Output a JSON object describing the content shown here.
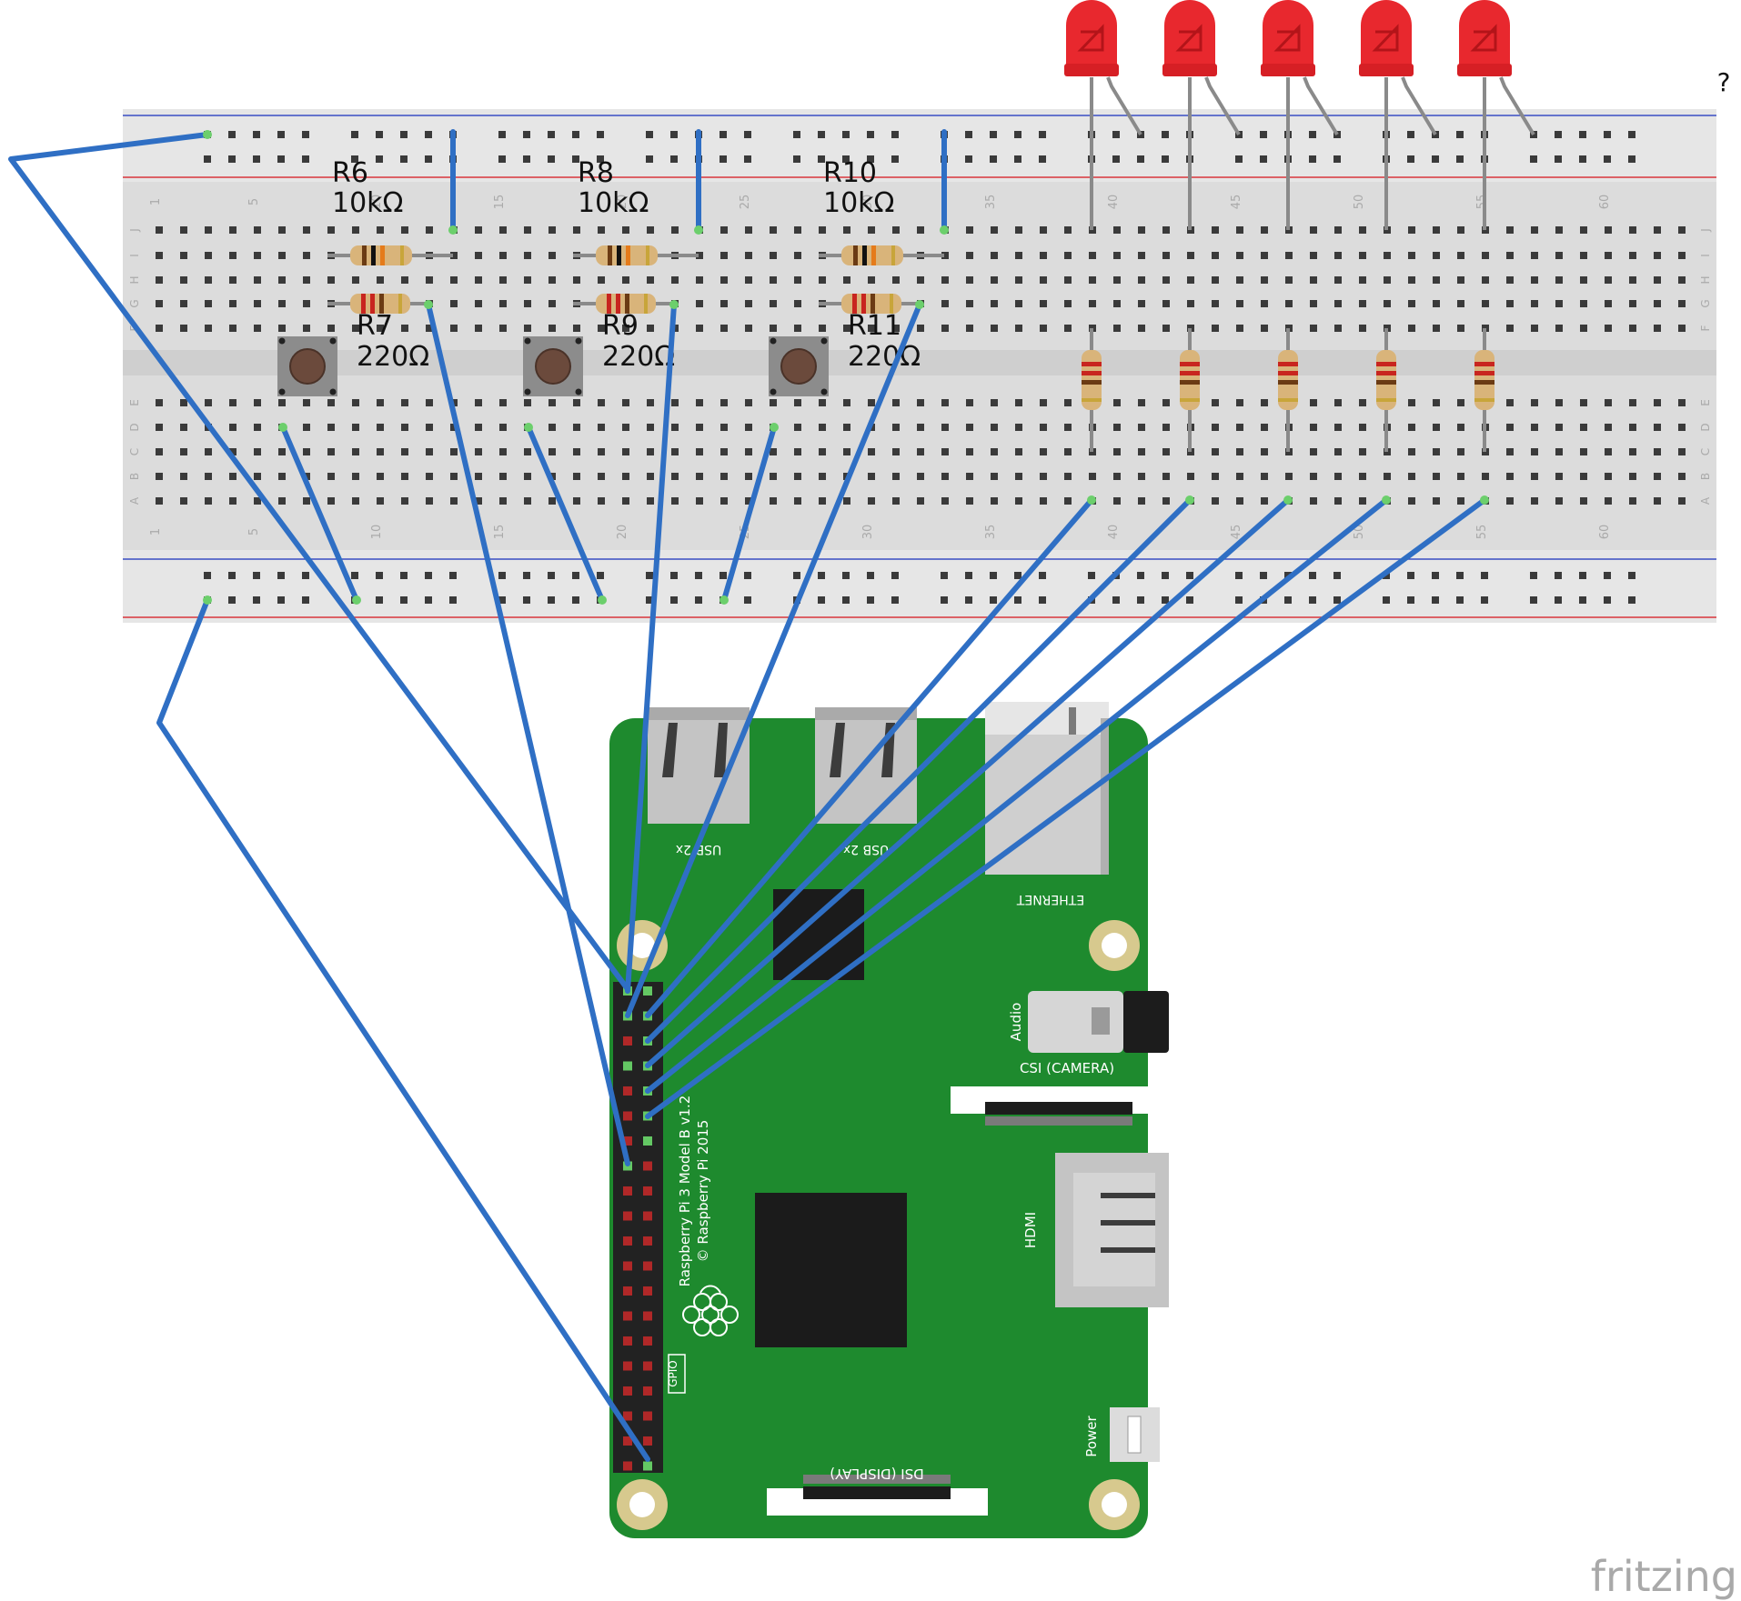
{
  "resistors_top": [
    {
      "name": "R6",
      "value": "10kΩ"
    },
    {
      "name": "R8",
      "value": "10kΩ"
    },
    {
      "name": "R10",
      "value": "10kΩ"
    }
  ],
  "resistors_bottom": [
    {
      "name": "R7",
      "value": "220Ω"
    },
    {
      "name": "R9",
      "value": "220Ω"
    },
    {
      "name": "R11",
      "value": "220Ω"
    }
  ],
  "breadboard": {
    "rows_upper": [
      "J",
      "I",
      "H",
      "G",
      "F"
    ],
    "rows_lower": [
      "E",
      "D",
      "C",
      "B",
      "A"
    ],
    "column_numbers": [
      "1",
      "5",
      "10",
      "15",
      "20",
      "25",
      "30",
      "35",
      "40",
      "45",
      "50",
      "55",
      "60"
    ]
  },
  "board": {
    "model_line1": "Raspberry Pi 3 Model B v1.2",
    "model_line2": "© Raspberry Pi 2015",
    "usb_left": "USB 2x",
    "usb_right": "USB 2x",
    "ethernet": "ETHERNET",
    "audio": "Audio",
    "csi": "CSI (CAMERA)",
    "hdmi": "HDMI",
    "power": "Power",
    "dsi": "DSI (DISPLAY)",
    "gpio": "GPIO"
  },
  "corner_mark": "?",
  "watermark": "fritzing",
  "colors": {
    "wire": "#2f6fc4",
    "pcb": "#1e8a2e",
    "led": "#e8282e",
    "breadboard": "#e2e2e2",
    "rail_red": "#d8363c",
    "rail_blue": "#3a4fc4"
  }
}
